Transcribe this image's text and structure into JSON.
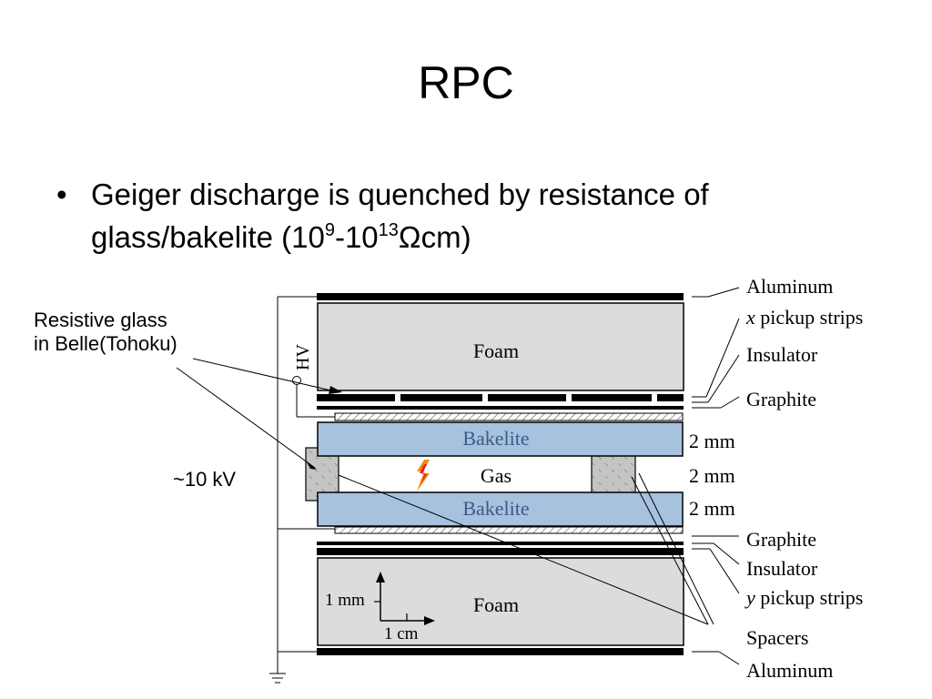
{
  "slide": {
    "title": "RPC",
    "bullet": {
      "marker": "•",
      "text_main": "Geiger discharge is quenched by resistance of glass/bakelite (10",
      "exp1": "9",
      "mid": "-10",
      "exp2": "13",
      "text_end": "Ωcm)"
    }
  },
  "annotations": {
    "resistive_glass_line1": "Resistive glass",
    "resistive_glass_line2": "in Belle(Tohoku)",
    "voltage": "~10 kV"
  },
  "diagram": {
    "hv_label": "HV",
    "foam_label": "Foam",
    "bakelite_label": "Bakelite",
    "gas_label": "Gas",
    "scale_vertical": "1 mm",
    "scale_horizontal": "1 cm",
    "right_labels": {
      "aluminum_top": "Aluminum",
      "x_strips_italic": "x",
      "x_strips_rest": " pickup strips",
      "insulator_top": "Insulator",
      "graphite_top": "Graphite",
      "mm1": "2 mm",
      "mm2": "2 mm",
      "mm3": "2 mm",
      "graphite_bottom": "Graphite",
      "insulator_bottom": "Insulator",
      "y_strips_italic": "y",
      "y_strips_rest": " pickup strips",
      "spacers": "Spacers",
      "aluminum_bottom": "Aluminum"
    },
    "colors": {
      "bakelite": "#a7c2df",
      "foam": "#dcdcdc",
      "spacer": "#c8c8c8",
      "bakelite_text": "#3b5b86"
    }
  }
}
